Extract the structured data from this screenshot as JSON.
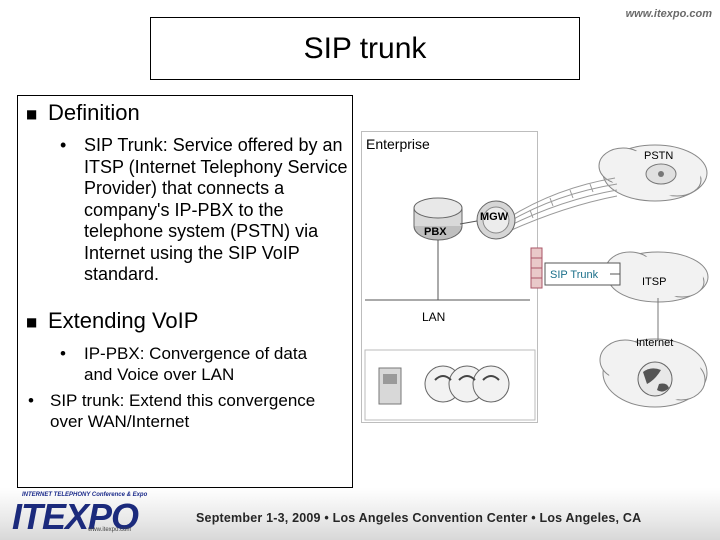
{
  "header": {
    "url": "www.itexpo.com",
    "title": "SIP trunk"
  },
  "content": {
    "section1": {
      "heading": "Definition",
      "bullet": "SIP Trunk: Service offered by an ITSP (Internet Telephony Service Provider) that connects a company's IP-PBX to the telephone system (PSTN) via Internet using the SIP VoIP standard."
    },
    "section2": {
      "heading": "Extending VoIP",
      "bullet1": "IP-PBX: Convergence of data and Voice over LAN",
      "bullet2": "SIP trunk: Extend this convergence over WAN/Internet"
    }
  },
  "diagram": {
    "enterprise": "Enterprise",
    "pstn": "PSTN",
    "pbx": "PBX",
    "mgw": "MGW",
    "sip_trunk": "SIP Trunk",
    "itsp": "ITSP",
    "lan": "LAN",
    "internet": "Internet"
  },
  "footer": {
    "logo_top": "INTERNET TELEPHONY Conference & Expo",
    "logo": "ITEXPO",
    "logo_url": "www.itexpo.com",
    "event": "September 1-3, 2009  •  Los Angeles Convention Center  •  Los Angeles, CA"
  }
}
